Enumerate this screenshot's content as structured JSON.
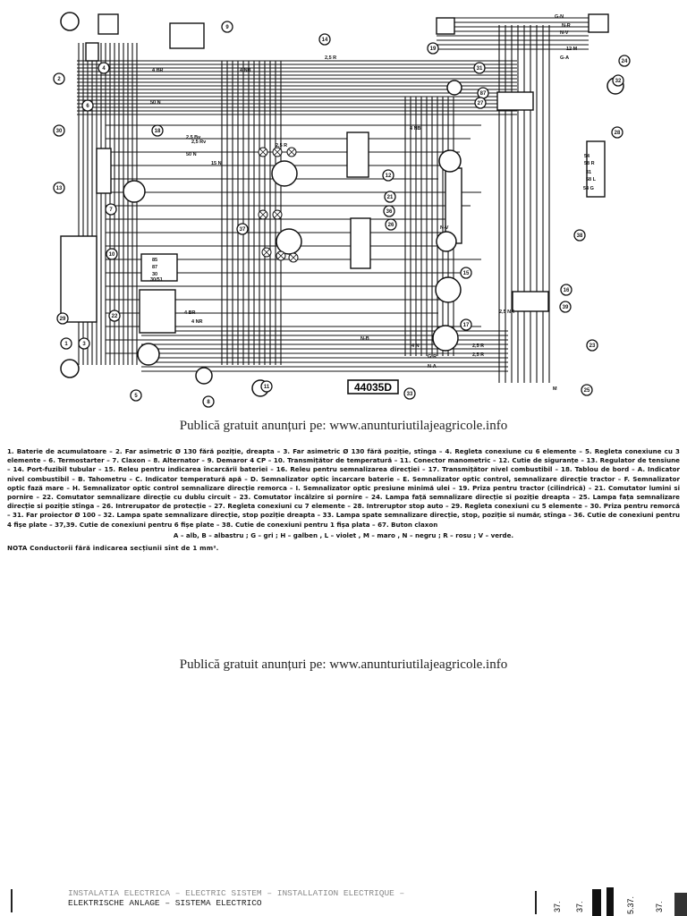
{
  "diagram": {
    "code": "44035D",
    "callouts": [
      "2",
      "4",
      "6",
      "9",
      "14",
      "19",
      "24",
      "32",
      "31",
      "87",
      "27",
      "28",
      "30",
      "18",
      "13",
      "7",
      "12",
      "21",
      "36",
      "26",
      "37",
      "38",
      "10",
      "15",
      "22",
      "16",
      "39",
      "29",
      "1",
      "3",
      "5",
      "8",
      "11",
      "17",
      "23",
      "33",
      "25"
    ],
    "wire_labels": [
      "4 BR",
      "4 NB",
      "2,5 R",
      "50 N",
      "2,5 Bv",
      "2,5 Rv",
      "4 NB",
      "50 N",
      "2,5 R",
      "15 N",
      "12 M",
      "G-A",
      "G-N",
      "N-R",
      "N-V",
      "N-A",
      "G-R",
      "M",
      "2,5 NR",
      "4 N",
      "2,5 R",
      "N-B",
      "N-V",
      "4 BR",
      "4 NR",
      "2,5 R",
      "85",
      "30",
      "87",
      "30/51",
      "54",
      "58 R",
      "31",
      "58 L",
      "54 G"
    ]
  },
  "watermark_text": "Publică gratuit anunțuri pe: www.anunturiutilajeagricole.info",
  "legend": {
    "items_text": "1. Baterie de acumulatoare – 2. Far asimetric Ø 130 fără poziție, dreapta – 3. Far asimetric Ø 130 fără poziție, stînga – 4. Regleta conexiune cu 6 elemente – 5. Regleta conexiune cu 3 elemente – 6. Termostarter – 7. Claxon – 8. Alternator – 9. Demaror 4 CP – 10. Transmițător de temperatură – 11. Conector manometric – 12. Cutie de siguranțe – 13. Regulator de tensiune – 14. Port-fuzibil tubular – 15. Releu pentru indicarea încarcării bateriei – 16. Releu pentru semnalizarea direcției – 17. Transmițător nivel combustibil – 18. Tablou de bord – A. Indicator nivel combustibil – B. Tahometru – C. Indicator temperatură apă – D. Semnalizator optic încarcare baterie – E. Semnalizator optic control, semnalizare direcție tractor – F. Semnalizator optic fază mare – H. Semnalizator optic control semnalizare direcție remorca – I. Semnalizator optic presiune minimă ulei – 19. Priza pentru tractor (cilindrică) – 21. Comutator lumini si pornire – 22. Comutator semnalizare direcție cu dublu circuit – 23. Comutator încălzire si pornire – 24. Lampa față semnalizare direcție si poziție dreapta – 25. Lampa fața semnalizare direcție si poziție stînga – 26. Intrerupator de protecție – 27. Regleta conexiuni cu 7 elemente – 28. Intreruptor stop auto – 29. Regleta conexiuni cu 5 elemente – 30. Priza pentru remorcă – 31. Far proiector Ø 100 – 32. Lampa spate semnalizare direcție, stop poziție dreapta – 33. Lampa spate semnalizare direcție, stop, poziție si număr, stînga – 36. Cutie de conexiuni pentru 4 fișe plate – 37,39. Cutie de conexiuni pentru 6 fișe plate – 38. Cutie de conexiuni pentru 1 fișa plata – 67. Buton claxon",
    "colors_text": "A – alb, B – albastru ; G – gri ; H – galben , L – violet , M – maro , N – negru ; R – rosu ; V – verde.",
    "note_text": "NOTA Conductorii fără indicarea secțiunii sînt de 1 mm²."
  },
  "footer": {
    "line1": "INSTALATIA ELECTRICA – ELECTRIC SISTEM – INSTALLATION ELECTRIQUE –",
    "line2": "ELEKTRISCHE ANLAGE – SISTEMA ELECTRICO",
    "tab_labels": [
      "37.",
      "37.",
      "5.37.",
      "37."
    ]
  }
}
